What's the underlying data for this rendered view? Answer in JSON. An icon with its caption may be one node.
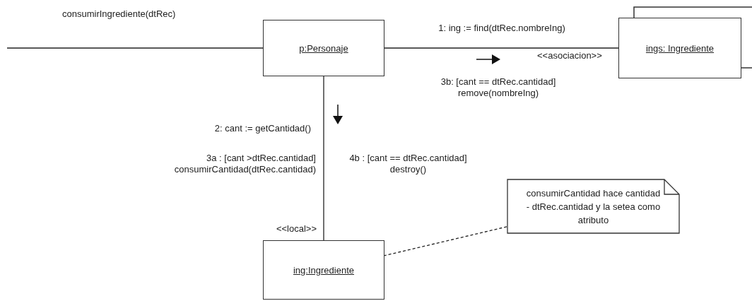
{
  "diagram": {
    "nodes": [
      {
        "text": [
          "p:Personaje"
        ]
      },
      {
        "text": [
          "ings: Ingrediente"
        ]
      },
      {
        "text": [
          "ing:Ingrediente"
        ]
      },
      {
        "text": [
          "consumirCantidad hace cantidad - dtRec.cantidad y la setea como atributo"
        ]
      }
    ],
    "edges": [
      {
        "from": null,
        "to": 0,
        "arrow": "none",
        "label": "consumirIngrediente(dtRec)"
      },
      {
        "from": 0,
        "to": 1,
        "arrow": "none",
        "label": "<<asociacion>>"
      },
      {
        "from": 0,
        "to": 2,
        "arrow": "none",
        "label": "<<local>>"
      },
      {
        "from": 3,
        "to": 2,
        "arrow": "none",
        "style": "dashed"
      }
    ],
    "labels": [
      "1: ing := find(dtRec.nombreIng)",
      "3b: [cant == dtRec.cantidad] remove(nombreIng)",
      "2: cant := getCantidad()",
      "3a : [cant >dtRec.cantidad] consumirCantidad(dtRec.cantidad)",
      "4b : [cant == dtRec.cantidad] destroy()"
    ]
  }
}
